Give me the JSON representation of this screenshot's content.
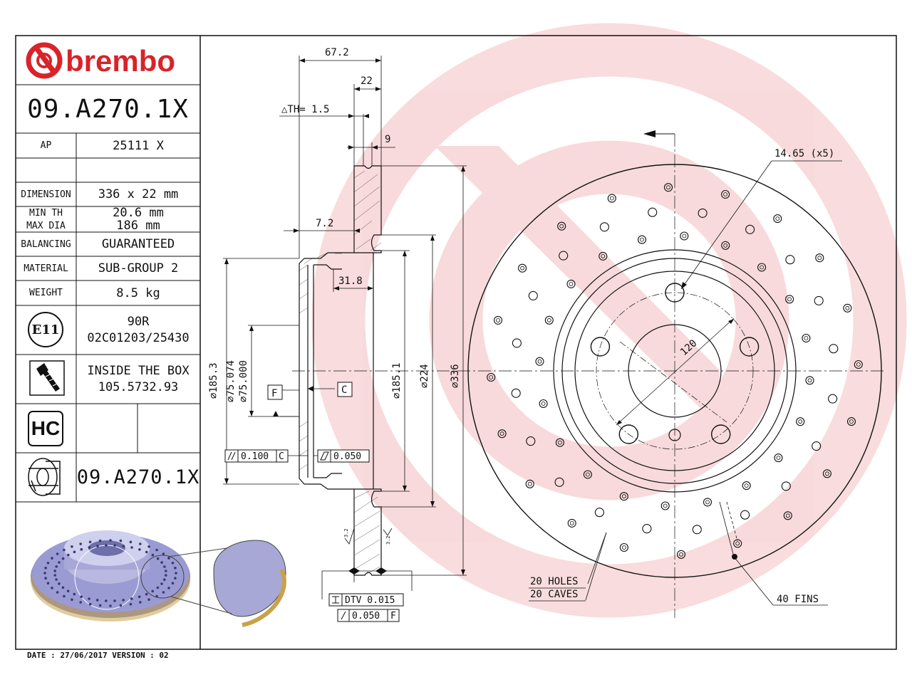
{
  "brand": {
    "name": "brembo",
    "color": "#d9232a"
  },
  "part_number": "09.A270.1X",
  "ap": {
    "label": "AP",
    "value": "25111 X"
  },
  "specs": [
    {
      "label": "DIMENSION",
      "value": "336 x 22 mm"
    },
    {
      "label": "MIN TH",
      "value": "20.6 mm"
    },
    {
      "label": "MAX DIA",
      "value": "186 mm"
    },
    {
      "label": "BALANCING",
      "value": "GUARANTEED"
    },
    {
      "label": "MATERIAL",
      "value": "SUB-GROUP 2"
    },
    {
      "label": "WEIGHT",
      "value": "8.5 kg"
    }
  ],
  "homologation": {
    "mark": "E11",
    "line1": "90R",
    "line2": "02C01203/25430"
  },
  "screw": {
    "line1": "INSIDE THE BOX",
    "line2": "105.5732.93"
  },
  "hc_label": "HC",
  "bottom_part_number": "09.A270.1X",
  "footer": "DATE : 27/06/2017 VERSION : 02",
  "section_dims": {
    "overall_height": "67.2",
    "hat_thickness": "22",
    "th": "△TH= 1.5",
    "cheek": "9",
    "offset": "7.2",
    "hat_depth": "31.8",
    "d_outer_hat": "⌀185.3",
    "d_bore_max": "⌀75.074",
    "d_bore_min": "⌀75.000",
    "d_hat": "⌀185.1",
    "d_inner": "⌀224",
    "d_outer": "⌀336",
    "datum_f": "F",
    "datum_c": "C",
    "parallel_tol": "0.100",
    "parallel_ref": "C",
    "flat_tol": "0.050",
    "dtv": "DTV 0.015",
    "runout": "0.050",
    "runout_ref": "F",
    "rough_left": "3.2",
    "rough_right": "3.2"
  },
  "front_view": {
    "bolt_holes": "14.65 (x5)",
    "pcd": "120",
    "holes_label": "20 HOLES",
    "caves_label": "20 CAVES",
    "fins_label": "40 FINS"
  }
}
